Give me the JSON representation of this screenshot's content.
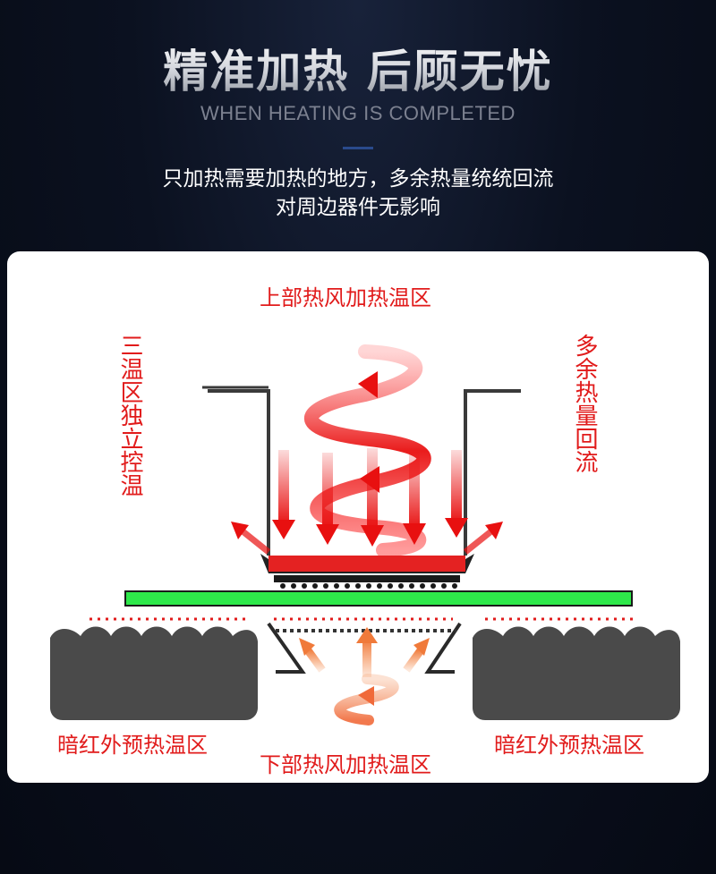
{
  "header": {
    "title": "精准加热 后顾无忧",
    "subtitle": "WHEN HEATING IS COMPLETED",
    "desc_line1": "只加热需要加热的地方，多余热量统统回流",
    "desc_line2": "对周边器件无影响"
  },
  "diagram": {
    "top_zone": "上部热风加热温区",
    "left_vertical": "三温区独立控温",
    "right_vertical": "多余热量回流",
    "ir_left": "暗红外预热温区",
    "ir_right": "暗红外预热温区",
    "bottom_zone": "下部热风加热温区"
  },
  "colors": {
    "accent_red": "#e11b1b",
    "pcb_green": "#2ee84a",
    "ir_dark": "#4a4a4a"
  }
}
